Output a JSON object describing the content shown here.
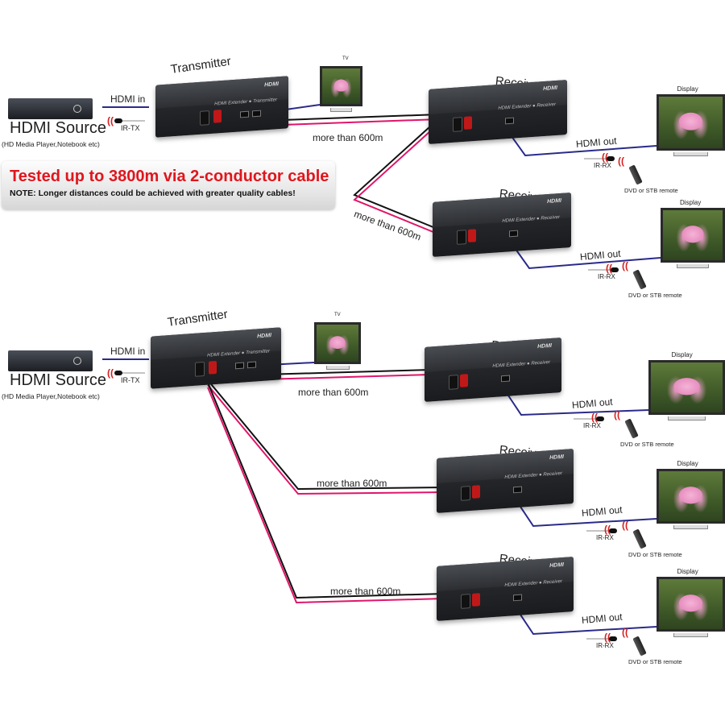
{
  "banner": {
    "headline": "Tested up to 3800m via 2-conductor cable",
    "note": "NOTE: Longer distances could be achieved with greater quality cables!"
  },
  "device_text": {
    "hdmi_logo": "HDMI",
    "tx_model": "HDMI Extender ● Transmitter",
    "rx_model": "HDMI Extender ● Receiver"
  },
  "top": {
    "source_title": "HDMI Source",
    "source_subtitle": "(HD Media Player,Notebook etc)",
    "hdmi_in": "HDMI in",
    "ir_tx": "IR-TX",
    "transmitter": "Transmitter",
    "tv": "TV",
    "cable_labels": [
      "more than 600m",
      "more than 600m"
    ],
    "receivers": [
      {
        "label": "Receiver",
        "hdmi_out": "HDMI out",
        "ir_rx": "IR-RX",
        "display": "Display",
        "remote": "DVD or STB remote"
      },
      {
        "label": "Receiver",
        "hdmi_out": "HDMI out",
        "ir_rx": "IR-RX",
        "display": "Display",
        "remote": "DVD or STB remote"
      }
    ]
  },
  "bottom": {
    "source_title": "HDMI Source",
    "source_subtitle": "(HD Media Player,Notebook etc)",
    "hdmi_in": "HDMI in",
    "ir_tx": "IR-TX",
    "transmitter": "Transmitter",
    "tv": "TV",
    "cable_labels": [
      "more than 600m",
      "more than 600m",
      "more than 600m"
    ],
    "receivers": [
      {
        "label": "Receiver",
        "hdmi_out": "HDMI out",
        "ir_rx": "IR-RX",
        "display": "Display",
        "remote": "DVD or STB remote"
      },
      {
        "label": "Receiver",
        "hdmi_out": "HDMI out",
        "ir_rx": "IR-RX",
        "display": "Display",
        "remote": "DVD or STB remote"
      },
      {
        "label": "Receiver",
        "hdmi_out": "HDMI out",
        "ir_rx": "IR-RX",
        "display": "Display",
        "remote": "DVD or STB remote"
      }
    ]
  },
  "colors": {
    "hdmi_cable": "#2a2a8a",
    "red_wire": "#e0156a",
    "black_wire": "#111111",
    "headline": "#e0161d"
  }
}
